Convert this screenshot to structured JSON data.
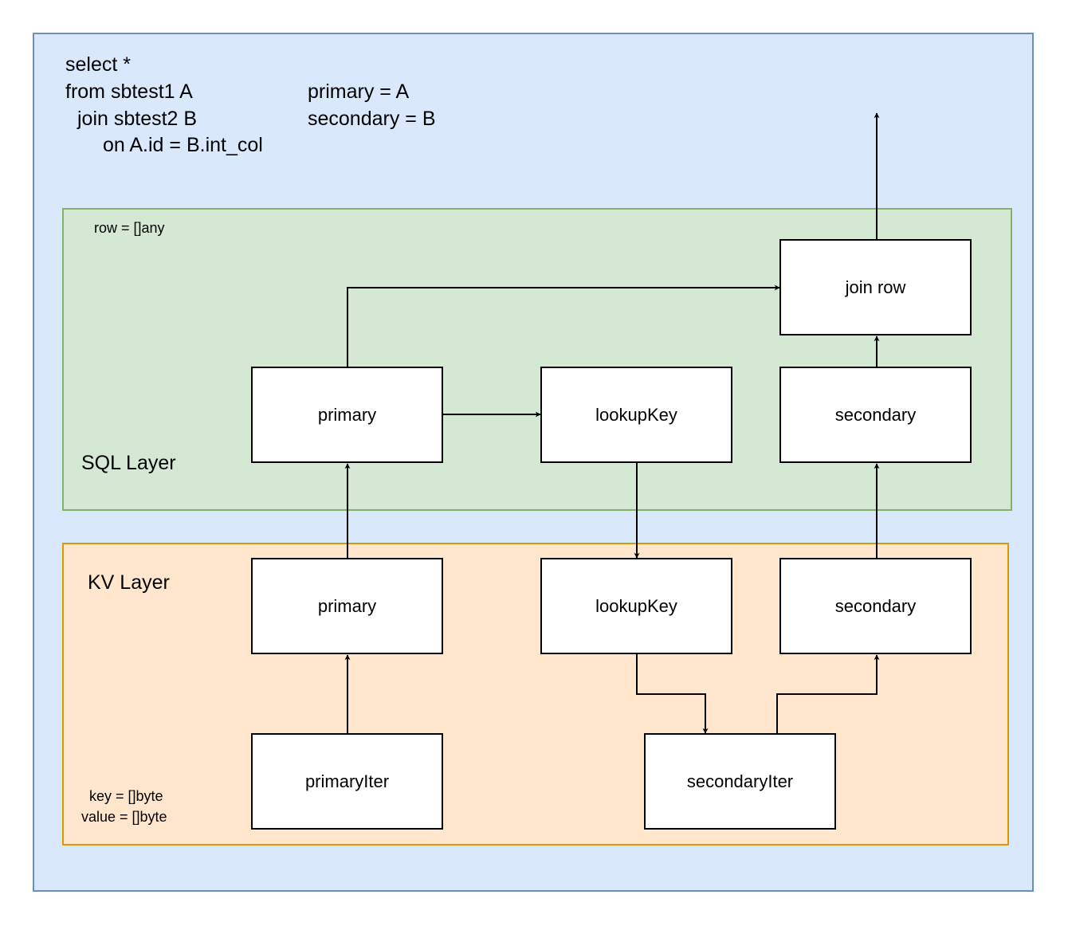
{
  "query": {
    "line1": "select *",
    "line2": "from sbtest1 A",
    "line3": "join sbtest2 B",
    "line4": "on A.id = B.int_col"
  },
  "aliases": {
    "primary": "primary = A",
    "secondary": "secondary = B"
  },
  "sql_layer": {
    "label": "SQL Layer",
    "row_type": "row = []any",
    "nodes": {
      "join_row": "join row",
      "primary": "primary",
      "lookup_key": "lookupKey",
      "secondary": "secondary"
    }
  },
  "kv_layer": {
    "label": "KV Layer",
    "key_type": "key = []byte",
    "value_type": "value = []byte",
    "nodes": {
      "primary": "primary",
      "lookup_key": "lookupKey",
      "secondary": "secondary",
      "primary_iter": "primaryIter",
      "secondary_iter": "secondaryIter"
    }
  },
  "colors": {
    "outer_fill": "#dae8fc",
    "outer_stroke": "#6c8ebf",
    "sql_fill": "#d5e8d4",
    "sql_stroke": "#82b366",
    "kv_fill": "#ffe6cc",
    "kv_stroke": "#d79b00"
  }
}
